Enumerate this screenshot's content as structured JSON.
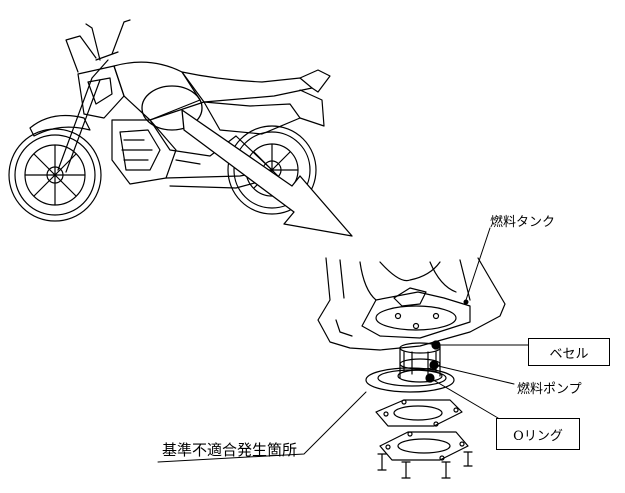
{
  "labels": {
    "fuel_tank": "燃料タンク",
    "bezel": "ベセル",
    "fuel_pump": "燃料ポンプ",
    "o_ring": "Oリング",
    "defect_location": "基準不適合発生箇所"
  },
  "colors": {
    "line": "#000000",
    "background": "#ffffff"
  }
}
